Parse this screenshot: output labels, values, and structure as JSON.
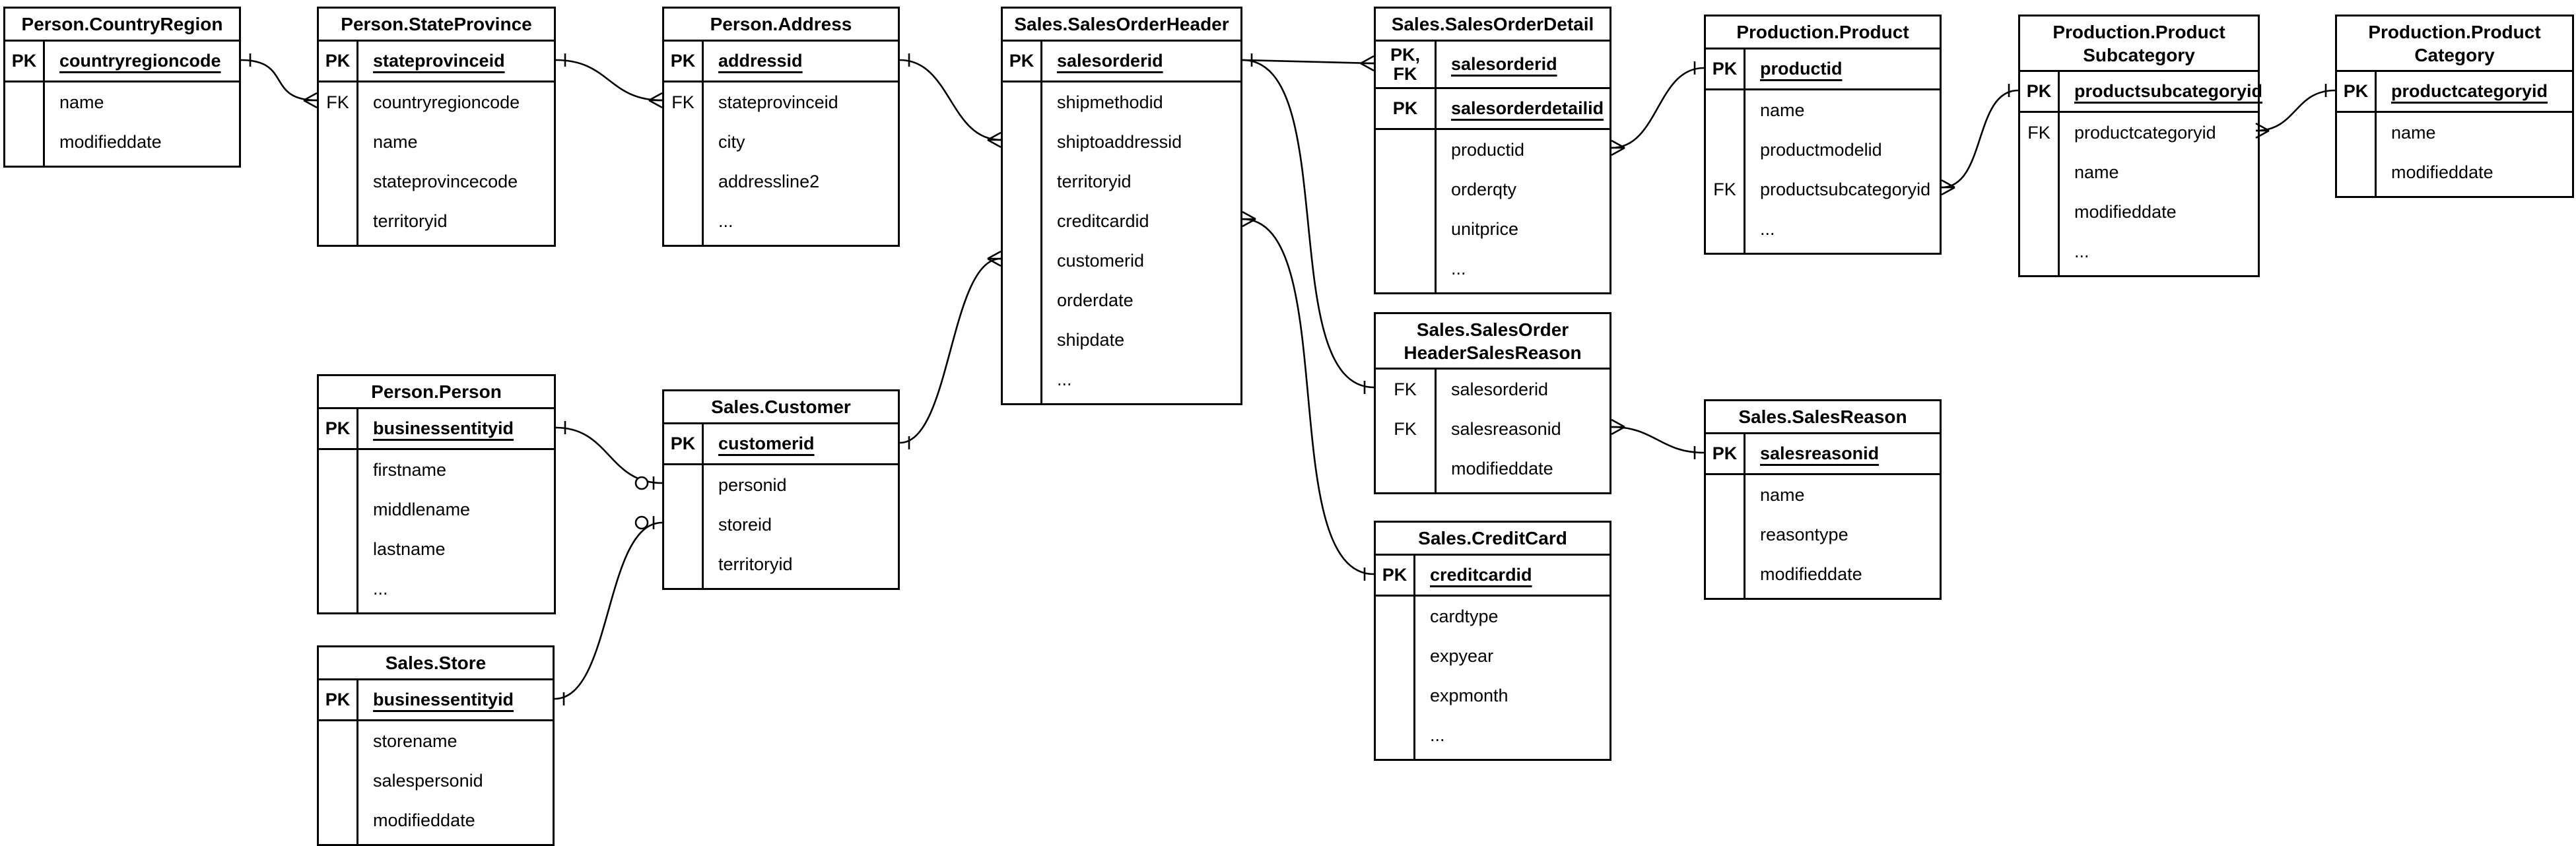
{
  "diagram": {
    "background_color": "#ffffff",
    "line_color": "#000000",
    "tables": [
      {
        "id": "person-countryregion",
        "title_lines": [
          "Person.CountryRegion"
        ],
        "key_rows": [
          {
            "key": "PK",
            "name": "countryregioncode"
          }
        ],
        "fields": [
          {
            "key": "",
            "name": "name"
          },
          {
            "key": "",
            "name": "modifieddate"
          }
        ]
      },
      {
        "id": "person-stateprovince",
        "title_lines": [
          "Person.StateProvince"
        ],
        "key_rows": [
          {
            "key": "PK",
            "name": "stateprovinceid"
          }
        ],
        "fields": [
          {
            "key": "FK",
            "name": "countryregioncode"
          },
          {
            "key": "",
            "name": "name"
          },
          {
            "key": "",
            "name": "stateprovincecode"
          },
          {
            "key": "",
            "name": "territoryid"
          }
        ]
      },
      {
        "id": "person-address",
        "title_lines": [
          "Person.Address"
        ],
        "key_rows": [
          {
            "key": "PK",
            "name": "addressid"
          }
        ],
        "fields": [
          {
            "key": "FK",
            "name": "stateprovinceid"
          },
          {
            "key": "",
            "name": "city"
          },
          {
            "key": "",
            "name": "addressline2"
          },
          {
            "key": "",
            "name": "..."
          }
        ]
      },
      {
        "id": "sales-salesorderheader",
        "title_lines": [
          "Sales.SalesOrderHeader"
        ],
        "key_rows": [
          {
            "key": "PK",
            "name": "salesorderid"
          }
        ],
        "fields": [
          {
            "key": "",
            "name": "shipmethodid"
          },
          {
            "key": "",
            "name": "shiptoaddressid"
          },
          {
            "key": "",
            "name": "territoryid"
          },
          {
            "key": "",
            "name": "creditcardid"
          },
          {
            "key": "",
            "name": "customerid"
          },
          {
            "key": "",
            "name": "orderdate"
          },
          {
            "key": "",
            "name": "shipdate"
          },
          {
            "key": "",
            "name": "..."
          }
        ]
      },
      {
        "id": "sales-salesorderdetail",
        "title_lines": [
          "Sales.SalesOrderDetail"
        ],
        "key_rows": [
          {
            "key": "PK,\nFK",
            "name": "salesorderid"
          },
          {
            "key": "PK",
            "name": "salesorderdetailid"
          }
        ],
        "fields": [
          {
            "key": "",
            "name": "productid"
          },
          {
            "key": "",
            "name": "orderqty"
          },
          {
            "key": "",
            "name": "unitprice"
          },
          {
            "key": "",
            "name": "..."
          }
        ]
      },
      {
        "id": "production-product",
        "title_lines": [
          "Production.Product"
        ],
        "key_rows": [
          {
            "key": "PK",
            "name": "productid"
          }
        ],
        "fields": [
          {
            "key": "",
            "name": "name"
          },
          {
            "key": "",
            "name": "productmodelid"
          },
          {
            "key": "FK",
            "name": "productsubcategoryid"
          },
          {
            "key": "",
            "name": "..."
          }
        ]
      },
      {
        "id": "production-productsubcategory",
        "title_lines": [
          "Production.Product",
          "Subcategory"
        ],
        "key_rows": [
          {
            "key": "PK",
            "name": "productsubcategoryid"
          }
        ],
        "fields": [
          {
            "key": "FK",
            "name": "productcategoryid"
          },
          {
            "key": "",
            "name": "name"
          },
          {
            "key": "",
            "name": "modifieddate"
          },
          {
            "key": "",
            "name": "..."
          }
        ]
      },
      {
        "id": "production-productcategory",
        "title_lines": [
          "Production.Product",
          "Category"
        ],
        "key_rows": [
          {
            "key": "PK",
            "name": "productcategoryid"
          }
        ],
        "fields": [
          {
            "key": "",
            "name": "name"
          },
          {
            "key": "",
            "name": "modifieddate"
          }
        ]
      },
      {
        "id": "person-person",
        "title_lines": [
          "Person.Person"
        ],
        "key_rows": [
          {
            "key": "PK",
            "name": "businessentityid"
          }
        ],
        "fields": [
          {
            "key": "",
            "name": "firstname"
          },
          {
            "key": "",
            "name": "middlename"
          },
          {
            "key": "",
            "name": "lastname"
          },
          {
            "key": "",
            "name": "..."
          }
        ]
      },
      {
        "id": "sales-customer",
        "title_lines": [
          "Sales.Customer"
        ],
        "key_rows": [
          {
            "key": "PK",
            "name": "customerid"
          }
        ],
        "fields": [
          {
            "key": "",
            "name": "personid"
          },
          {
            "key": "",
            "name": "storeid"
          },
          {
            "key": "",
            "name": "territoryid"
          }
        ]
      },
      {
        "id": "sales-salesorderheadersalesreason",
        "title_lines": [
          "Sales.SalesOrder",
          "HeaderSalesReason"
        ],
        "key_rows": [],
        "fields": [
          {
            "key": "FK",
            "name": "salesorderid"
          },
          {
            "key": "FK",
            "name": "salesreasonid"
          },
          {
            "key": "",
            "name": "modifieddate"
          }
        ]
      },
      {
        "id": "sales-salesreason",
        "title_lines": [
          "Sales.SalesReason"
        ],
        "key_rows": [
          {
            "key": "PK",
            "name": "salesreasonid"
          }
        ],
        "fields": [
          {
            "key": "",
            "name": "name"
          },
          {
            "key": "",
            "name": "reasontype"
          },
          {
            "key": "",
            "name": "modifieddate"
          }
        ]
      },
      {
        "id": "sales-creditcard",
        "title_lines": [
          "Sales.CreditCard"
        ],
        "key_rows": [
          {
            "key": "PK",
            "name": "creditcardid"
          }
        ],
        "fields": [
          {
            "key": "",
            "name": "cardtype"
          },
          {
            "key": "",
            "name": "expyear"
          },
          {
            "key": "",
            "name": "expmonth"
          },
          {
            "key": "",
            "name": "..."
          }
        ]
      },
      {
        "id": "sales-store",
        "title_lines": [
          "Sales.Store"
        ],
        "key_rows": [
          {
            "key": "PK",
            "name": "businessentityid"
          }
        ],
        "fields": [
          {
            "key": "",
            "name": "storename"
          },
          {
            "key": "",
            "name": "salespersonid"
          },
          {
            "key": "",
            "name": "modifieddate"
          }
        ]
      }
    ],
    "connectors": [
      {
        "from_table": "person-countryregion",
        "from_field": "countryregioncode",
        "from_marker": "one",
        "to_table": "person-stateprovince",
        "to_field": "countryregioncode",
        "to_marker": "many"
      },
      {
        "from_table": "person-stateprovince",
        "from_field": "stateprovinceid",
        "from_marker": "one",
        "to_table": "person-address",
        "to_field": "stateprovinceid",
        "to_marker": "many"
      },
      {
        "from_table": "person-address",
        "from_field": "addressid",
        "from_marker": "one",
        "to_table": "sales-salesorderheader",
        "to_field": "shiptoaddressid",
        "to_marker": "many"
      },
      {
        "from_table": "sales-customer",
        "from_field": "customerid",
        "from_marker": "one",
        "to_table": "sales-salesorderheader",
        "to_field": "customerid",
        "to_marker": "many"
      },
      {
        "from_table": "sales-salesorderheader",
        "from_field": "salesorderid",
        "from_marker": "one",
        "to_table": "sales-salesorderdetail",
        "to_field": "salesorderid",
        "to_marker": "many"
      },
      {
        "from_table": "sales-salesorderheader",
        "from_field": "salesorderid",
        "from_marker": "none",
        "to_table": "sales-salesorderheadersalesreason",
        "to_field": "salesorderid",
        "to_marker": "one"
      },
      {
        "from_table": "sales-salesorderheader",
        "from_field": "creditcardid",
        "from_marker": "many",
        "to_table": "sales-creditcard",
        "to_field": "creditcardid",
        "to_marker": "one"
      },
      {
        "from_table": "sales-salesorderdetail",
        "from_field": "productid",
        "from_marker": "many",
        "to_table": "production-product",
        "to_field": "productid",
        "to_marker": "one"
      },
      {
        "from_table": "production-product",
        "from_field": "productsubcategoryid",
        "from_marker": "many",
        "to_table": "production-productsubcategory",
        "to_field": "productsubcategoryid",
        "to_marker": "one"
      },
      {
        "from_table": "production-productsubcategory",
        "from_field": "productcategoryid",
        "from_marker": "many",
        "to_table": "production-productcategory",
        "to_field": "productcategoryid",
        "to_marker": "one"
      },
      {
        "from_table": "person-person",
        "from_field": "businessentityid",
        "from_marker": "one",
        "to_table": "sales-customer",
        "to_field": "personid",
        "to_marker": "zero-or-one"
      },
      {
        "from_table": "sales-store",
        "from_field": "businessentityid",
        "from_marker": "one",
        "to_table": "sales-customer",
        "to_field": "storeid",
        "to_marker": "zero-or-one"
      },
      {
        "from_table": "sales-salesorderheadersalesreason",
        "from_field": "salesreasonid",
        "from_marker": "many",
        "to_table": "sales-salesreason",
        "to_field": "salesreasonid",
        "to_marker": "one"
      }
    ]
  }
}
